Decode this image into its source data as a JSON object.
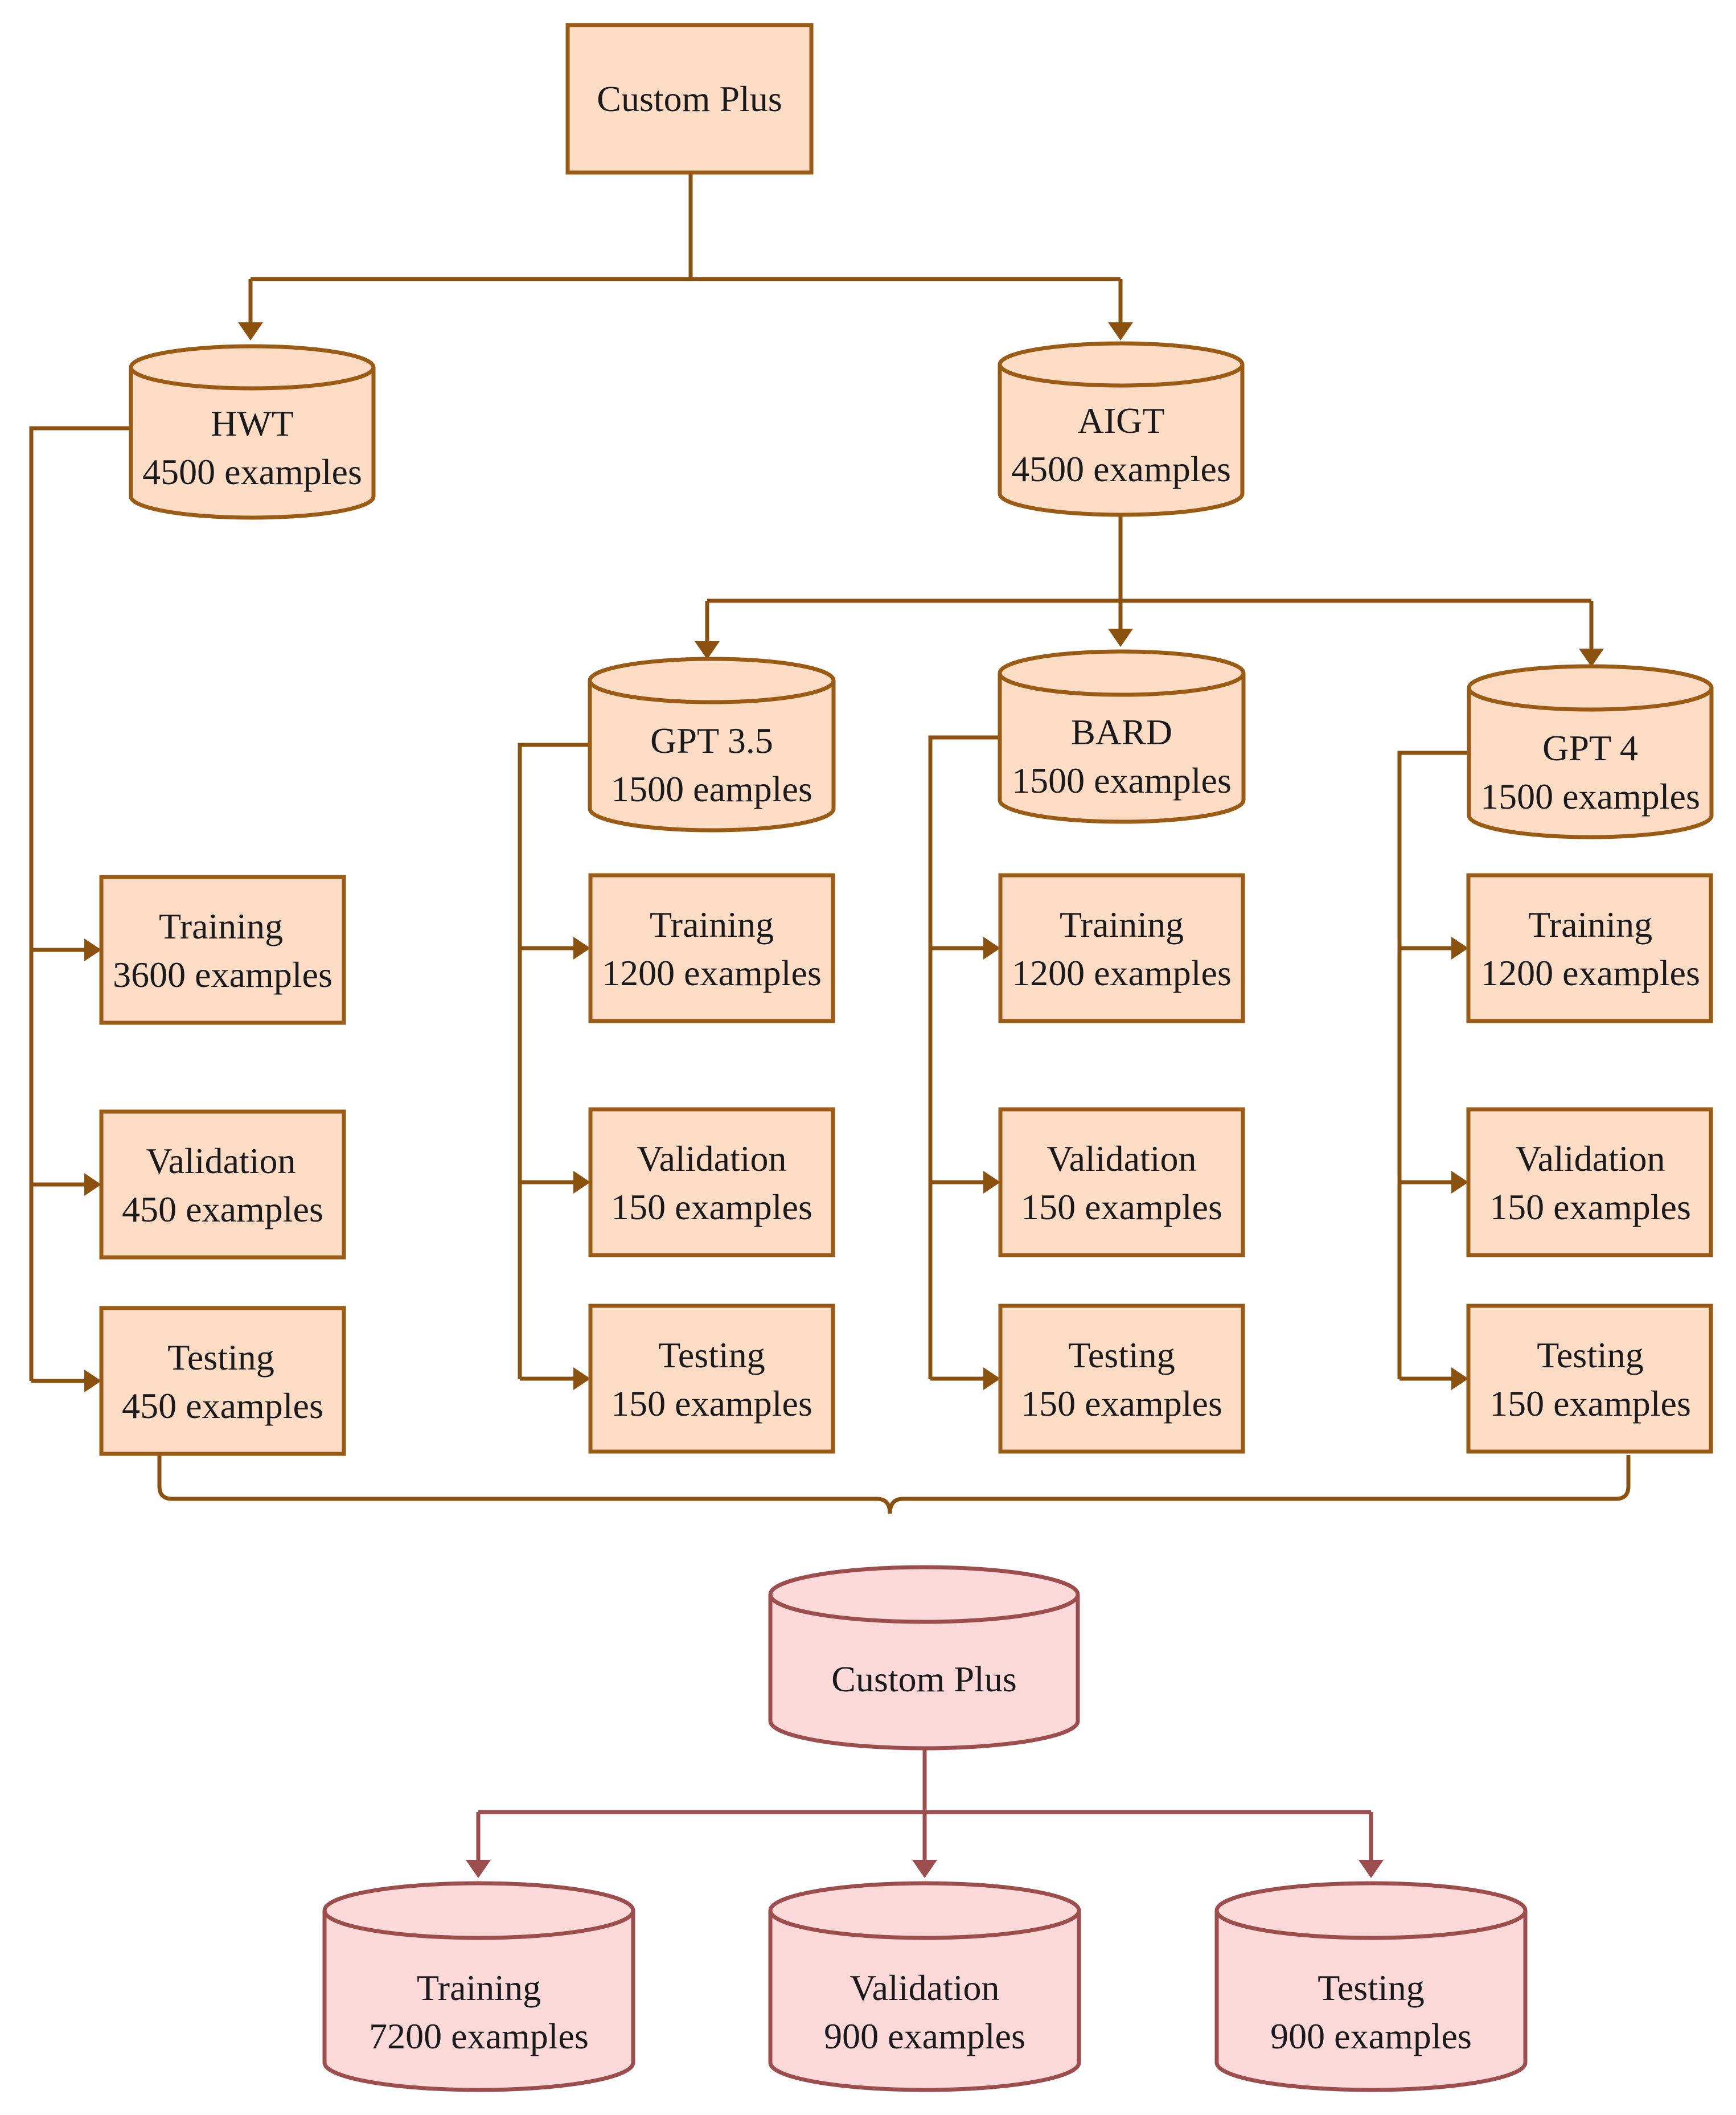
{
  "root": {
    "label": "Custom Plus"
  },
  "sources": {
    "hwt": {
      "line1": "HWT",
      "line2": "4500 examples"
    },
    "aigt": {
      "line1": "AIGT",
      "line2": "4500 examples"
    }
  },
  "models": {
    "gpt35": {
      "line1": "GPT 3.5",
      "line2": "1500 eamples"
    },
    "bard": {
      "line1": "BARD",
      "line2": "1500 examples"
    },
    "gpt4": {
      "line1": "GPT 4",
      "line2": "1500 examples"
    }
  },
  "splits": {
    "hwt": {
      "training": {
        "line1": "Training",
        "line2": "3600 examples"
      },
      "validation": {
        "line1": "Validation",
        "line2": "450 examples"
      },
      "testing": {
        "line1": "Testing",
        "line2": "450 examples"
      }
    },
    "gpt35": {
      "training": {
        "line1": "Training",
        "line2": "1200 examples"
      },
      "validation": {
        "line1": "Validation",
        "line2": "150 examples"
      },
      "testing": {
        "line1": "Testing",
        "line2": "150 examples"
      }
    },
    "bard": {
      "training": {
        "line1": "Training",
        "line2": "1200 examples"
      },
      "validation": {
        "line1": "Validation",
        "line2": "150 examples"
      },
      "testing": {
        "line1": "Testing",
        "line2": "150 examples"
      }
    },
    "gpt4": {
      "training": {
        "line1": "Training",
        "line2": "1200 examples"
      },
      "validation": {
        "line1": "Validation",
        "line2": "150 examples"
      },
      "testing": {
        "line1": "Testing",
        "line2": "150 examples"
      }
    }
  },
  "merged": {
    "label": "Custom Plus"
  },
  "final": {
    "training": {
      "line1": "Training",
      "line2": "7200 examples"
    },
    "validation": {
      "line1": "Validation",
      "line2": "900 examples"
    },
    "testing": {
      "line1": "Testing",
      "line2": "900 examples"
    }
  },
  "colors": {
    "brown_fill": "#fddcc5",
    "brown_stroke": "#9a5b14",
    "red_fill": "#fcd9d9",
    "red_stroke": "#9c4e4e"
  }
}
